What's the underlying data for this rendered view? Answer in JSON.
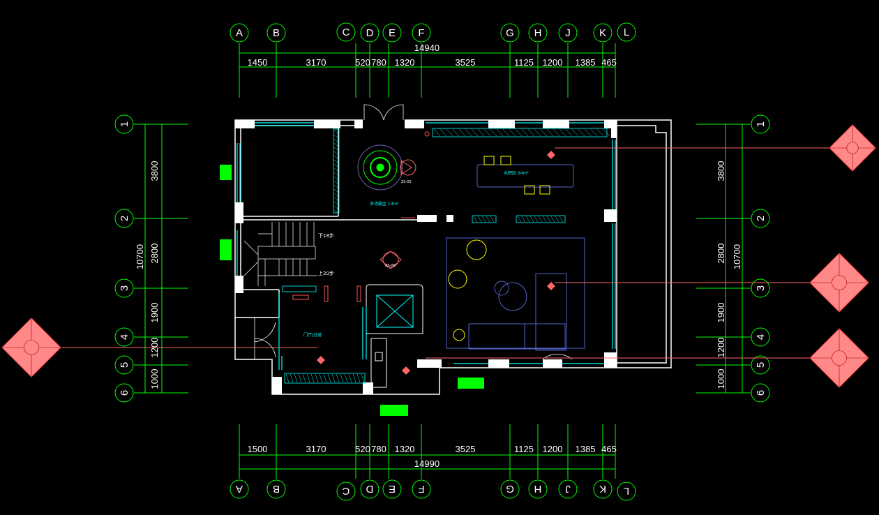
{
  "drawing": {
    "colors": {
      "background": "#000000",
      "grid": "#00ff00",
      "wall": "#ffffff",
      "window": "#00ffff",
      "furniture": "#5566cc",
      "symbol": "#ff6666",
      "accent": "#ffff00"
    },
    "top_total": "14940",
    "bottom_total": "14990",
    "left_total": "10700",
    "right_total": "10700",
    "columns_top": [
      "A",
      "B",
      "C",
      "D",
      "E",
      "F",
      "G",
      "H",
      "J",
      "K",
      "L"
    ],
    "columns_bottom": [
      "A",
      "B",
      "C",
      "D",
      "E",
      "F",
      "G",
      "H",
      "J",
      "K",
      "L"
    ],
    "rows_left": [
      "1",
      "2",
      "3",
      "4",
      "5",
      "6"
    ],
    "rows_right": [
      "1",
      "2",
      "3",
      "4",
      "5",
      "6"
    ],
    "top_dims": [
      "1450",
      "3170",
      "520",
      "780",
      "1320",
      "3525",
      "1125",
      "1200",
      "1385",
      "465"
    ],
    "bottom_dims": [
      "1500",
      "3170",
      "520",
      "780",
      "1320",
      "3525",
      "1125",
      "1200",
      "1385",
      "465"
    ],
    "left_dims": [
      "3800",
      "2800",
      "1900",
      "1200",
      "1000"
    ],
    "right_dims": [
      "3800",
      "2800",
      "1900",
      "1200",
      "1000"
    ],
    "room_labels": {
      "multi_area": "多功能区 13m²",
      "water_bar": "水吧区 24m²",
      "entrance": "门厅/过道",
      "stair_down": "下18步",
      "stair_up": "上20步"
    },
    "symbols": {
      "center_tag": "ZS-05",
      "view_tag": "ZS-06"
    }
  }
}
